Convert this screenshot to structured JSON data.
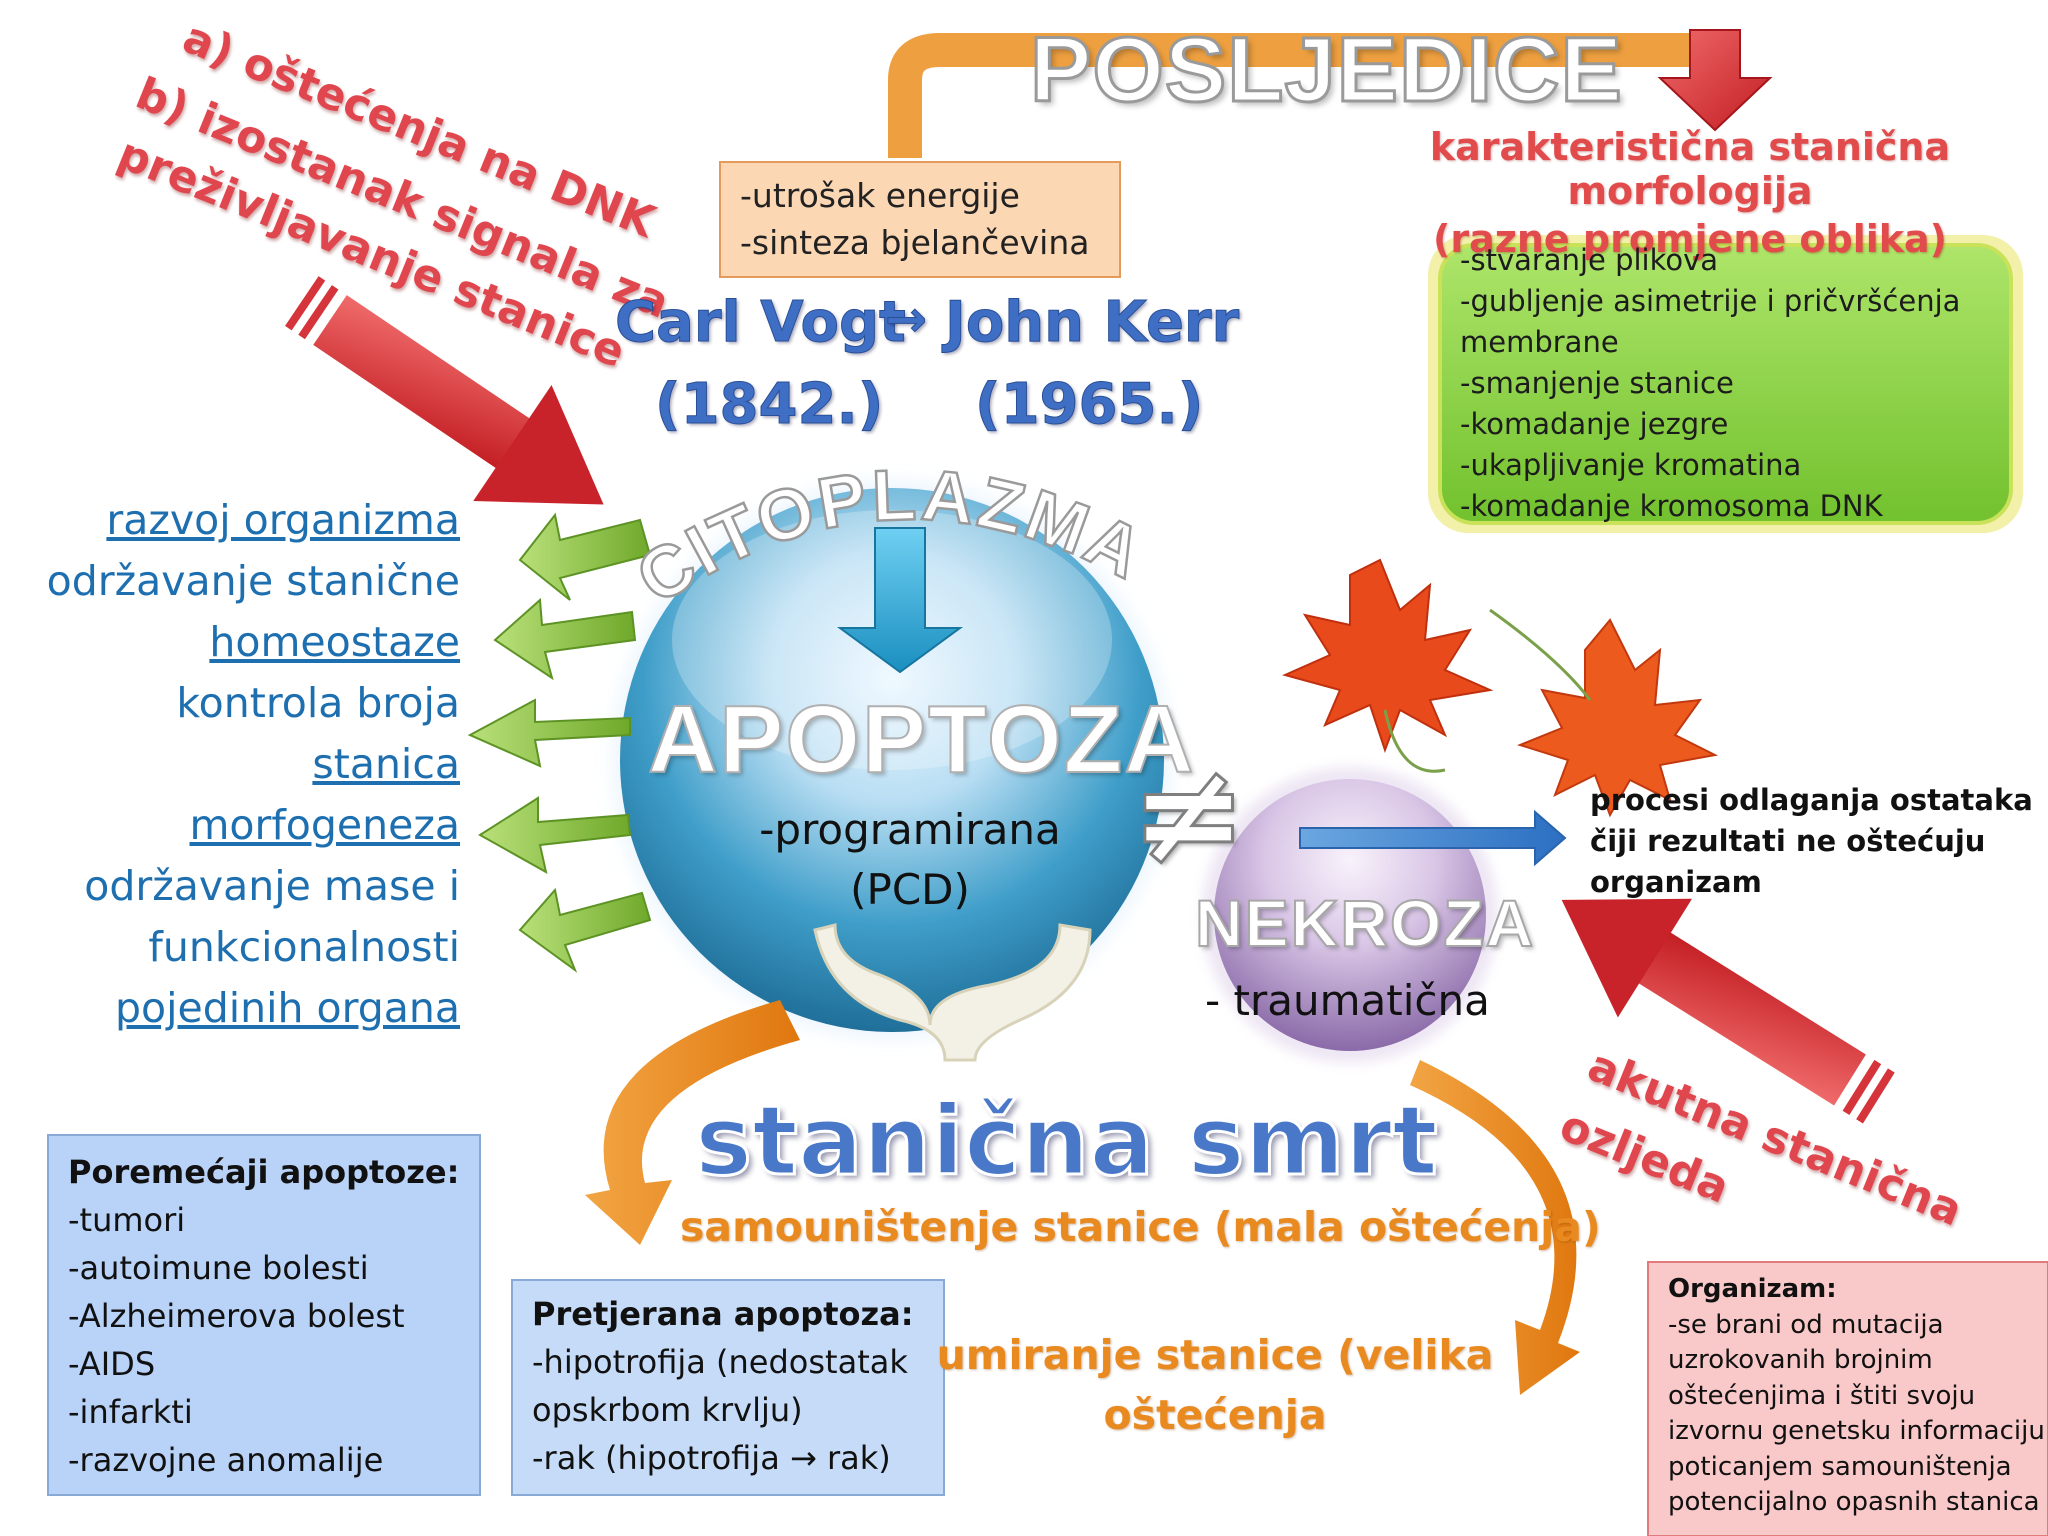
{
  "causes": {
    "line1": "a) oštećenja na DNK",
    "line2": "b) izostanak signala za",
    "line3": "preživljavanje stanice"
  },
  "consequences": {
    "title": "POSLJEDICE",
    "morphology_line1": "karakteristična stanična morfologija",
    "morphology_line2": "(razne promjene oblika)",
    "items": [
      "-stvaranje plikova",
      "-gubljenje asimetrije i pričvršćenja",
      "membrane",
      "-smanjenje stanice",
      "-komadanje jezgre",
      "-ukapljivanje kromatina",
      "-komadanje kromosoma DNK"
    ]
  },
  "energy_box": {
    "line1": "-utrošak energije",
    "line2": "-sinteza bjelančevina"
  },
  "history": {
    "name1": "Carl Vogt",
    "arrow": "→",
    "name2": "John Kerr",
    "year1": "(1842.)",
    "year2": "(1965.)"
  },
  "apoptosis": {
    "cytoplasm": "CITOPLAZMA",
    "title": "APOPTOZA",
    "sub1": "-programirana",
    "sub2": "(PCD)"
  },
  "functions": {
    "f1": "razvoj organizma",
    "f2a": "održavanje stanične",
    "f2b": "homeostaze",
    "f3a": "kontrola broja",
    "f3b": "stanica",
    "f4": "morfogeneza",
    "f5a": "održavanje mase i",
    "f5b": "funkcionalnosti",
    "f5c": "pojedinih organa"
  },
  "not_equal": "≠",
  "necrosis": {
    "title": "NEKROZA",
    "sub": "- traumatična",
    "process_line1": "procesi odlaganja ostataka",
    "process_line2": "čiji rezultati ne oštećuju",
    "process_line3": "organizam",
    "cause_line1": "akutna stanična",
    "cause_line2": "ozljeda"
  },
  "cell_death": {
    "title": "stanična smrt",
    "self_destruct": "samouništenje stanice (mala oštećenja)",
    "dying_line1": "umiranje stanice (velika",
    "dying_line2": "oštećenja"
  },
  "disorders": {
    "title": "Poremećaji apoptoze:",
    "items": [
      "-tumori",
      "-autoimune bolesti",
      "-Alzheimerova bolest",
      "-AIDS",
      "-infarkti",
      "-razvojne anomalije"
    ]
  },
  "excessive": {
    "title": "Pretjerana apoptoza:",
    "items": [
      "-hipotrofija (nedostatak",
      "opskrbom krvlju)",
      "-rak (hipotrofija → rak)"
    ]
  },
  "organism": {
    "title": "Organizam:",
    "items": [
      "-se brani od mutacija",
      "uzrokovanih brojnim",
      "oštećenjima i štiti svoju",
      "izvornu genetsku informaciju",
      "poticanjem samouništenja",
      "potencijalno opasnih stanica"
    ]
  }
}
